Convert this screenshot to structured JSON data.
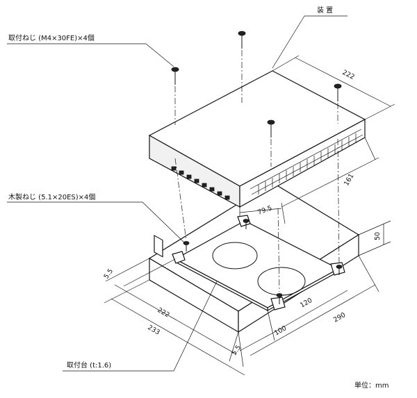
{
  "labels": {
    "device": "装 置",
    "mounting_screw": "取付ねじ (M4×30FE)×4個",
    "wood_screw": "木製ねじ (5.1×20ES)×4個",
    "mounting_plate": "取付台 (t:1.6)",
    "unit": "単位：mm"
  },
  "dimensions": {
    "device_depth": "222",
    "device_width": "161",
    "offset": "79.5",
    "base_height": "50",
    "margin_left": "5.5",
    "plate_depth": "222",
    "base_depth": "233",
    "hole_offset": "120",
    "base_width": "290",
    "front_offset": "100",
    "margin_right": "5.5"
  }
}
